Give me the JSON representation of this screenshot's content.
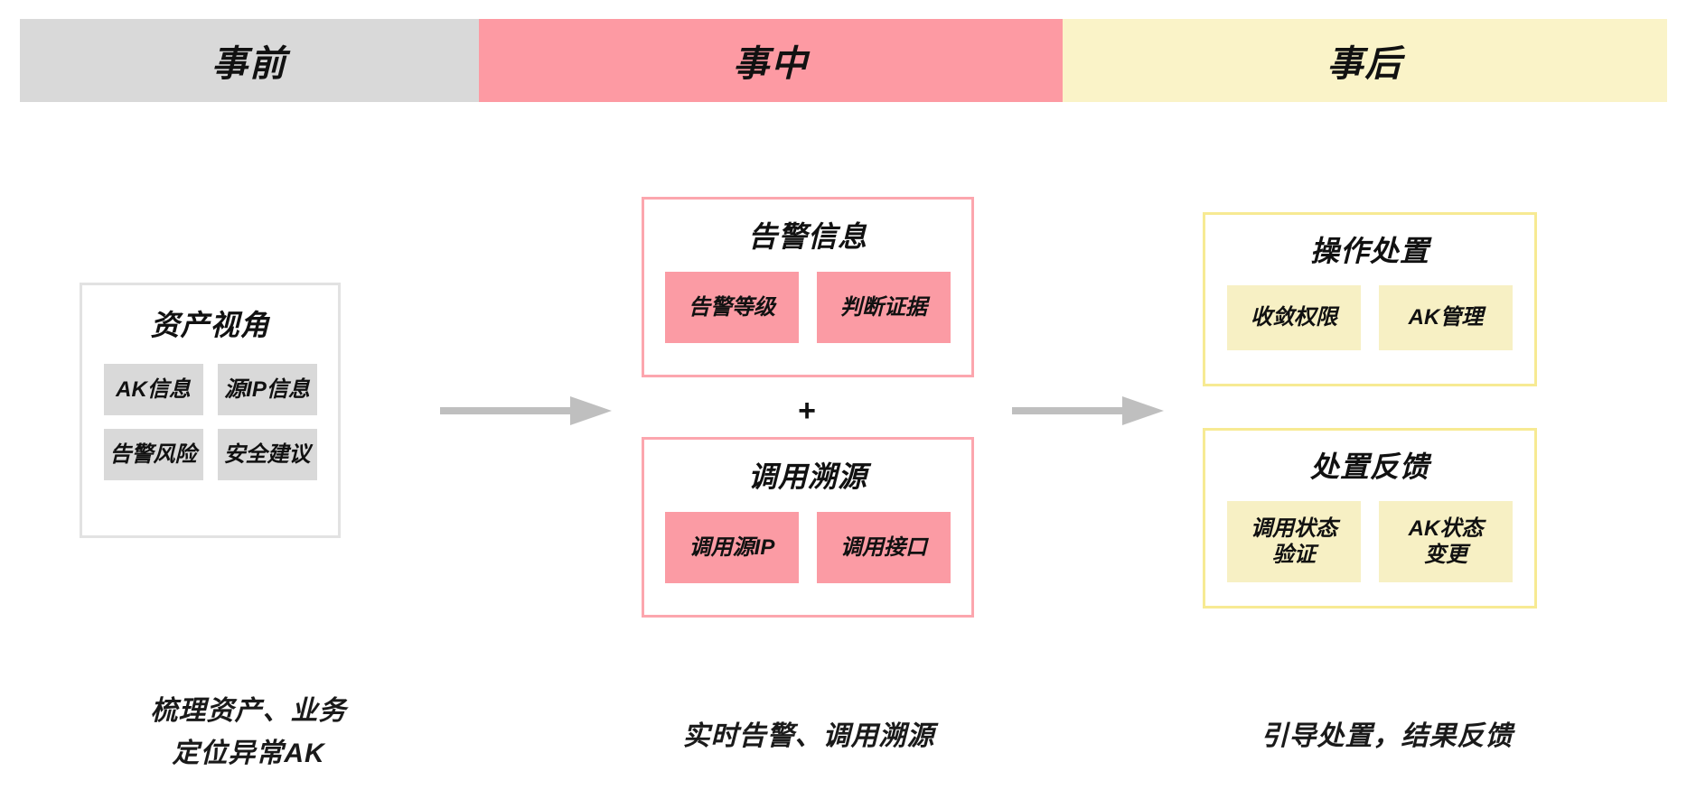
{
  "phases": [
    {
      "label": "事前",
      "color": "#d9d9d9"
    },
    {
      "label": "事中",
      "color": "#fd9aa3"
    },
    {
      "label": "事后",
      "color": "#faf3c8"
    }
  ],
  "groups": {
    "asset": {
      "title": "资产视角",
      "chips": [
        "AK信息",
        "源IP信息",
        "告警风险",
        "安全建议"
      ]
    },
    "alert": {
      "title": "告警信息",
      "chips": [
        "告警等级",
        "判断证据"
      ]
    },
    "trace": {
      "title": "调用溯源",
      "chips": [
        "调用源IP",
        "调用接口"
      ]
    },
    "action": {
      "title": "操作处置",
      "chips": [
        "收敛权限",
        "AK管理"
      ]
    },
    "feedback": {
      "title": "处置反馈",
      "chips": [
        "调用状态\n验证",
        "AK状态\n变更"
      ]
    }
  },
  "connector": {
    "plus": "+"
  },
  "captions": {
    "before": "梳理资产、业务\n定位异常AK",
    "during": "实时告警、调用溯源",
    "after": "引导处置，结果反馈"
  },
  "colors": {
    "phase_before": "#d9d9d9",
    "phase_during": "#fd9aa3",
    "phase_after": "#faf3c8",
    "chip_gray": "#d9d9d9",
    "chip_pink": "#fb9ba4",
    "chip_yellow": "#f7f0c4",
    "border_gray": "#e2e2e2",
    "border_pink": "#fca6ae",
    "border_yellow": "#f7ea93",
    "arrow": "#bfbfbf",
    "text": "#111111"
  }
}
